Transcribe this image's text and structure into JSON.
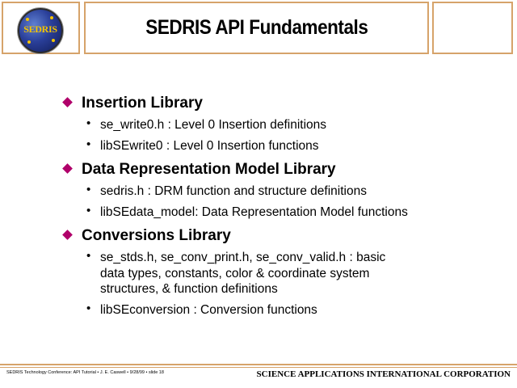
{
  "header": {
    "logo_text": "SEDRIS",
    "title": "SEDRIS API Fundamentals"
  },
  "sections": [
    {
      "label": "Insertion Library",
      "bullets": [
        "se_write0.h : Level 0 Insertion definitions",
        "libSEwrite0 : Level 0 Insertion functions"
      ]
    },
    {
      "label": "Data Representation Model Library",
      "bullets": [
        "sedris.h : DRM function and structure definitions",
        "libSEdata_model: Data Representation Model functions"
      ]
    },
    {
      "label": "Conversions Library",
      "bullets": [
        "se_stds.h, se_conv_print.h, se_conv_valid.h : basic",
        "data types, constants, color & coordinate system",
        "structures, & function definitions",
        "libSEconversion : Conversion functions"
      ]
    }
  ],
  "footer": {
    "left": "SEDRIS Technology Conference: API Tutorial • J. E. Caswell • 9/28/99 • slide 18",
    "right": "SCIENCE APPLICATIONS INTERNATIONAL CORPORATION"
  },
  "colors": {
    "accent_border": "#d6a36a",
    "bullet_diamond": "#b0006a",
    "logo_text": "#f3c300"
  }
}
